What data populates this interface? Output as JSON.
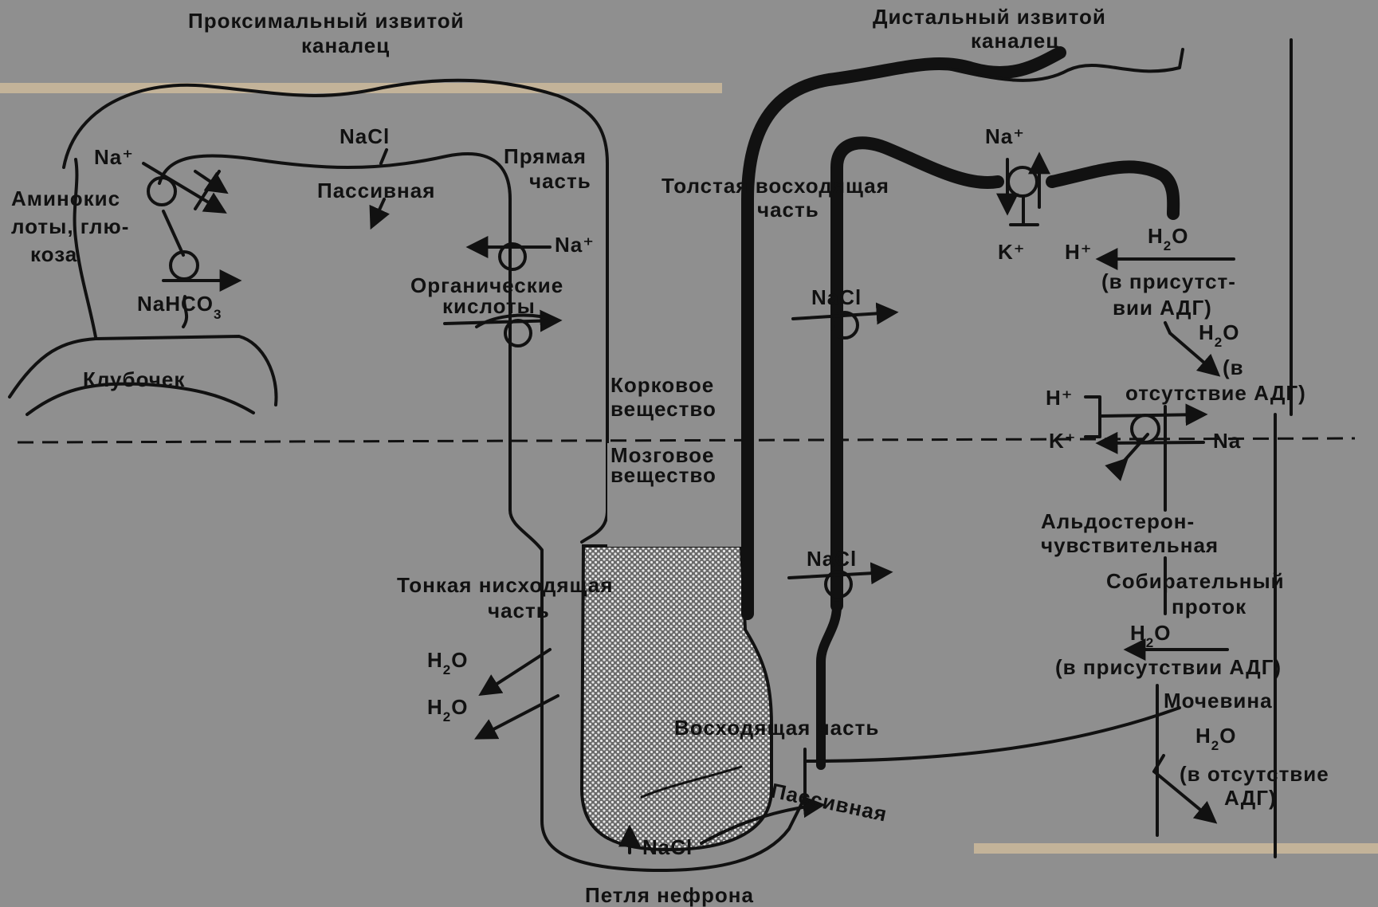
{
  "labels": {
    "proximal_1": "Проксимальный извитой",
    "proximal_2": "каналец",
    "distal_1": "Дистальный извитой",
    "distal_2": "каналец",
    "na_plus_left": "Na⁺",
    "aminoacids_1": "Аминокис",
    "aminoacids_2": "лоты, глю-",
    "aminoacids_3": "коза",
    "nacl_top": "NaCl",
    "passive_top": "Пассивная",
    "straight_1": "Прямая",
    "straight_2": "часть",
    "na_plus_straight": "Na⁺",
    "organic_1": "Органические",
    "organic_2": "кислоты",
    "nahco3_main": "NaHCO",
    "nahco3_sub": "3",
    "glomerulus": "Клубочек",
    "thick_asc_1": "Толстая восходящая",
    "thick_asc_2": "часть",
    "na_plus_distal": "Na⁺",
    "k_plus_distal": "K⁺",
    "h_plus_distal": "H⁺",
    "h2o_top_main": "H",
    "h2o_top_sub": "2",
    "h2o_top_o": "O",
    "adh_present_1": "(в присутст-",
    "adh_present_2": "вии АДГ)",
    "h2o_mid_main": "H",
    "h2o_mid_sub": "2",
    "h2o_mid_o": "O",
    "adh_absent_1": "(в",
    "adh_absent_2": "отсутствие АДГ)",
    "h_plus_cd": "H⁺",
    "k_plus_cd": "K⁺",
    "na_cd": "Na",
    "nacl_asc_1": "NaCl",
    "nacl_asc_2": "NaCl",
    "cortex_1": "Корковое",
    "cortex_2": "вещество",
    "medulla_1": "Мозговое",
    "medulla_2": "вещество",
    "aldo_1": "Альдостерон-",
    "aldo_2": "чувствительная",
    "collecting_1": "Собирательный",
    "collecting_2": "проток",
    "h2o_low_main": "H",
    "h2o_low_sub": "2",
    "h2o_low_o": "O",
    "adh_present_low": "(в присутствии АДГ)",
    "urea": "Мочевина",
    "h2o_bottom_main": "H",
    "h2o_bottom_sub": "2",
    "h2o_bottom_o": "O",
    "adh_absent_low_1": "(в отсутствие",
    "adh_absent_low_2": "АДГ)",
    "thin_desc_1": "Тонкая нисходящая",
    "thin_desc_2": "часть",
    "h2o_desc1_main": "H",
    "h2o_desc1_sub": "2",
    "h2o_desc1_o": "O",
    "h2o_desc2_main": "H",
    "h2o_desc2_sub": "2",
    "h2o_desc2_o": "O",
    "asc_part": "Восходящая часть",
    "passive_bottom": "Пассивная",
    "nacl_bottom": "NaCl",
    "loop_title": "Петля нефрона"
  },
  "colors": {
    "background": "#8f8f8f",
    "ink": "#111111",
    "tape": "#c9b79a"
  }
}
